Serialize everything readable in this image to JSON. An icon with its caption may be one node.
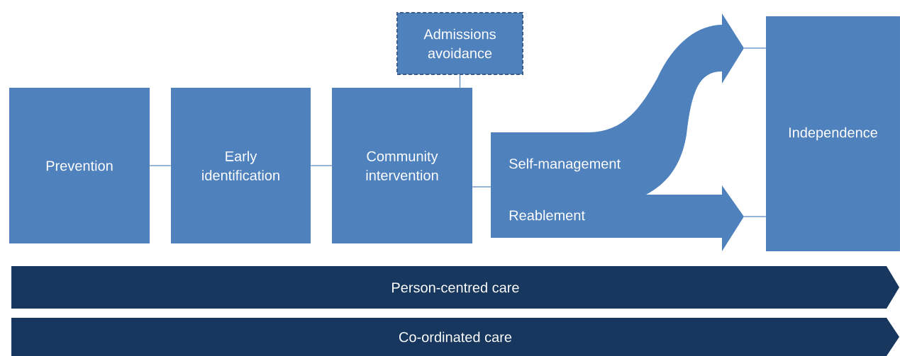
{
  "diagram": {
    "nodes": [
      {
        "text": [
          "Prevention"
        ]
      },
      {
        "text": [
          "Early identification"
        ]
      },
      {
        "text": [
          "Community intervention"
        ]
      },
      {
        "text": [
          "Admissions avoidance"
        ]
      },
      {
        "text": [
          "Self-management",
          "Reablement"
        ]
      },
      {
        "text": [
          "Independence"
        ]
      },
      {
        "text": [
          "Person-centred care"
        ]
      },
      {
        "text": [
          "Co-ordinated care"
        ]
      }
    ],
    "edges": [
      {
        "from": 0,
        "to": 1,
        "arrow": "none"
      },
      {
        "from": 1,
        "to": 2,
        "arrow": "none"
      },
      {
        "from": 2,
        "to": 3,
        "arrow": "none"
      },
      {
        "from": 2,
        "to": 4,
        "arrow": "none"
      },
      {
        "from": 4,
        "to": 5,
        "arrow": "none"
      },
      {
        "from": 4,
        "to": 5,
        "arrow": "none"
      }
    ]
  }
}
